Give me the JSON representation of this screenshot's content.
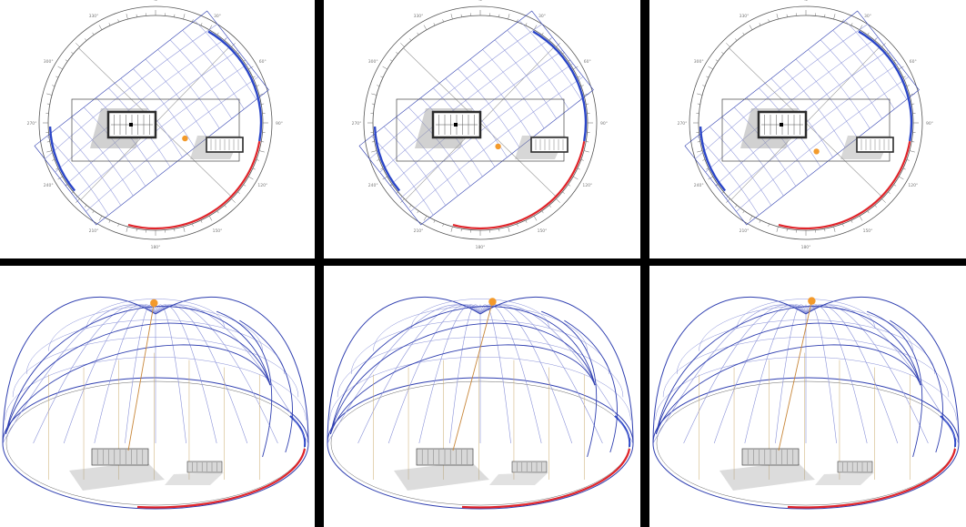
{
  "figure": {
    "colors": {
      "background": "#ffffff",
      "divider": "#000000",
      "sunpath_grid": "#2f3fb0",
      "sunpath_grid_light": "#8890d8",
      "winter_arc": "#2b46c8",
      "summer_arc": "#e0242a",
      "sun_marker": "#f39a2b",
      "sun_ray": "#c8873a",
      "building": "#2b2b2b",
      "shadow": "#9a9a9a",
      "guide_line": "#c9a86a"
    },
    "icons": {
      "sun": "sun-marker-icon",
      "building": "building-block-icon"
    },
    "panels": [
      {
        "id": "plan-1",
        "view": "plan",
        "sun_time_fraction": 0.78,
        "compass": [
          "N",
          "30°",
          "60°",
          "90°",
          "120°",
          "150°",
          "180°",
          "210°",
          "240°",
          "270°",
          "300°",
          "330°"
        ]
      },
      {
        "id": "plan-2",
        "view": "plan",
        "sun_time_fraction": 0.62,
        "compass": [
          "N",
          "30°",
          "60°",
          "90°",
          "120°",
          "150°",
          "180°",
          "210°",
          "240°",
          "270°",
          "300°",
          "330°"
        ]
      },
      {
        "id": "plan-3",
        "view": "plan",
        "sun_time_fraction": 0.52,
        "compass": [
          "N",
          "30°",
          "60°",
          "90°",
          "120°",
          "150°",
          "180°",
          "210°",
          "240°",
          "270°",
          "300°",
          "330°"
        ]
      },
      {
        "id": "dome-1",
        "view": "perspective",
        "sun_time_fraction": 0.4
      },
      {
        "id": "dome-2",
        "view": "perspective",
        "sun_time_fraction": 0.55
      },
      {
        "id": "dome-3",
        "view": "perspective",
        "sun_time_fraction": 0.48
      }
    ]
  }
}
